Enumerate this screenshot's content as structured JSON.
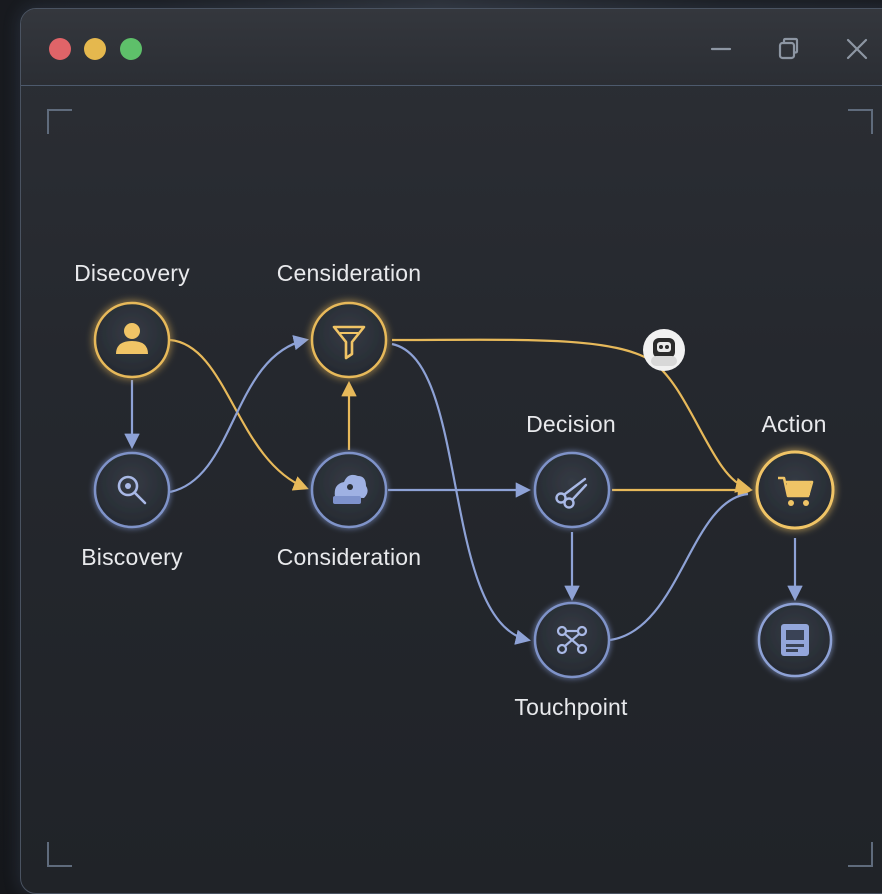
{
  "window": {
    "controls": [
      "close-dot",
      "minimize-dot",
      "zoom-dot"
    ],
    "title_icons": [
      "minimize-icon",
      "restore-icon",
      "close-icon"
    ]
  },
  "colors": {
    "gold": "#e7b95a",
    "blue": "#8ea2d6",
    "node_fill": "#2d323b"
  },
  "nodes": {
    "discovery_top": {
      "label": "Disecovery",
      "icon": "user-icon"
    },
    "discovery_bottom": {
      "label": "Biscovery",
      "icon": "search-icon"
    },
    "consideration_top": {
      "label": "Censideration",
      "icon": "funnel-icon"
    },
    "consideration_bottom": {
      "label": "Consideration",
      "icon": "cloud-data-icon"
    },
    "decision": {
      "label": "Decision",
      "icon": "scissors-icon"
    },
    "touchpoint": {
      "label": "Touchpoint",
      "icon": "network-icon"
    },
    "action": {
      "label": "Action",
      "icon": "cart-icon"
    },
    "receipt": {
      "icon": "receipt-icon"
    },
    "assistant": {
      "icon": "assistant-icon"
    }
  }
}
